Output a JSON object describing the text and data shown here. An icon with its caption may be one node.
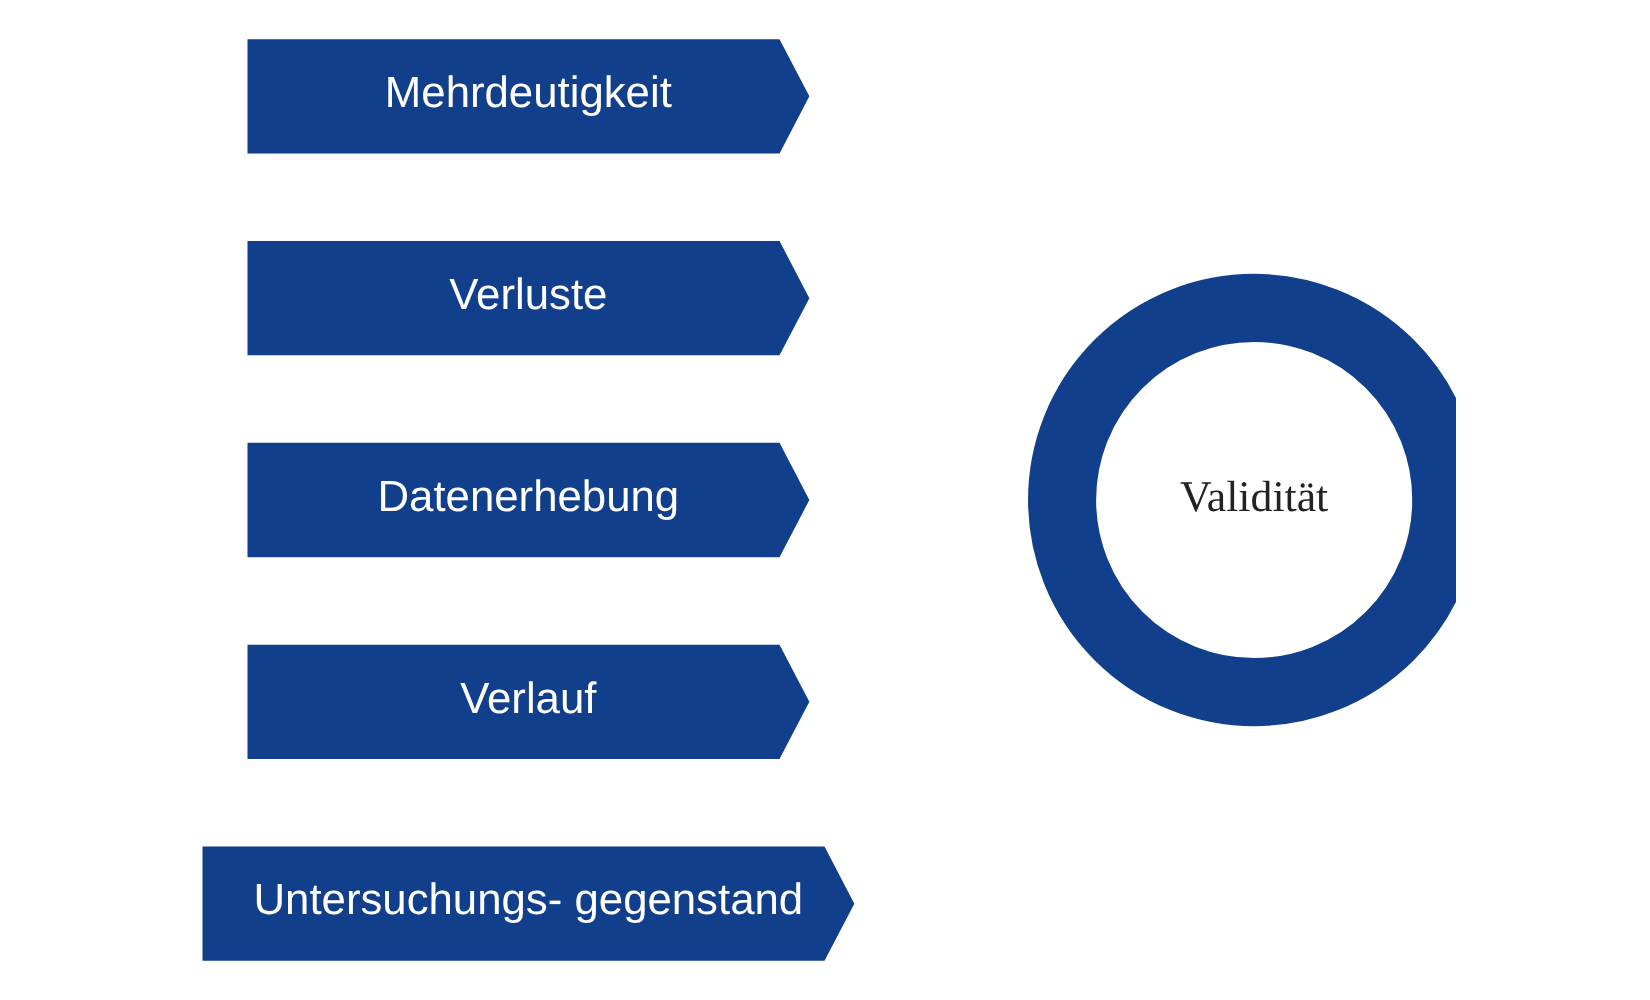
{
  "diagram": {
    "nodes": [
      {
        "text": [
          "Mehrdeutigkeit"
        ]
      },
      {
        "text": [
          "Verluste"
        ]
      },
      {
        "text": [
          "Datenerhebung"
        ]
      },
      {
        "text": [
          "Verlauf"
        ]
      },
      {
        "text": [
          "Untersuchungs- gegenstand"
        ]
      },
      {
        "text": [
          "Validität"
        ]
      }
    ],
    "edges": []
  }
}
